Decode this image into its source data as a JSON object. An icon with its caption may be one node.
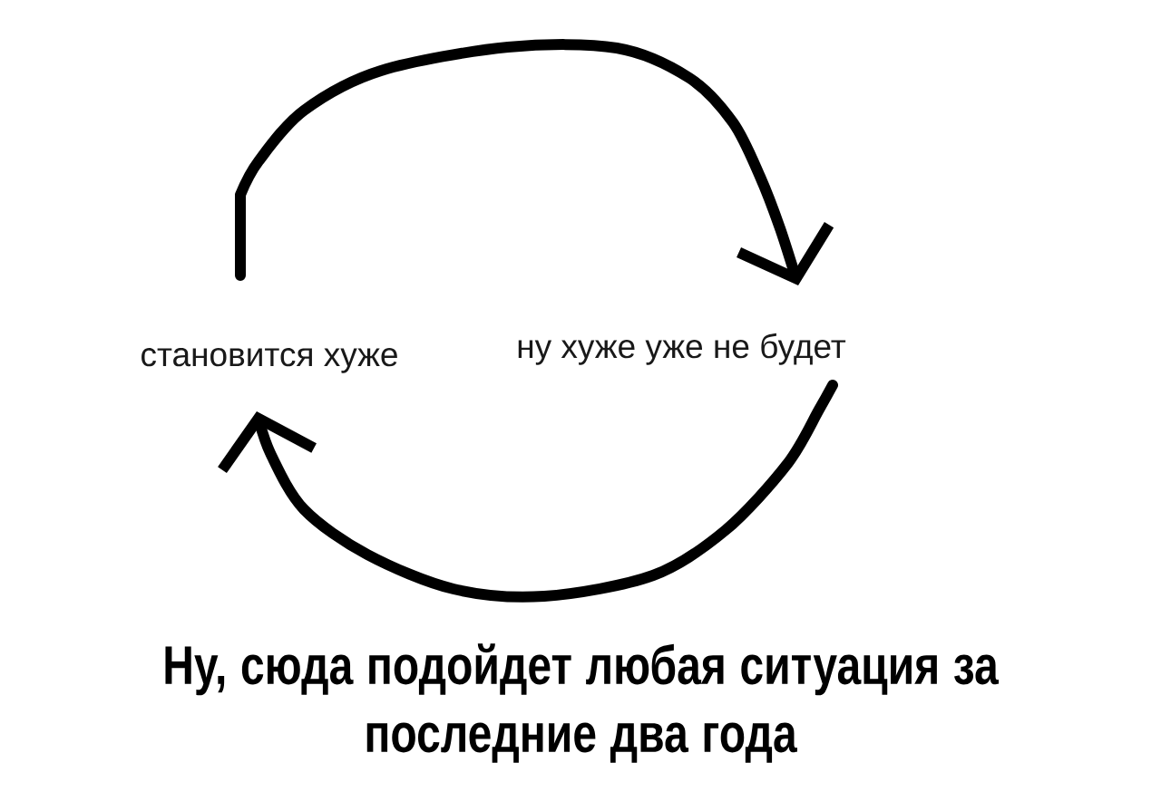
{
  "diagram": {
    "caption": "Ну, сюда подойдет любая ситуация за последние два года",
    "nodes": [
      {
        "text": [
          "становится хуже"
        ]
      },
      {
        "text": [
          "ну хуже уже не будет"
        ]
      }
    ],
    "edges": [
      {
        "from": 0,
        "to": 1,
        "arrow": "to"
      },
      {
        "from": 1,
        "to": 0,
        "arrow": "to"
      }
    ]
  }
}
